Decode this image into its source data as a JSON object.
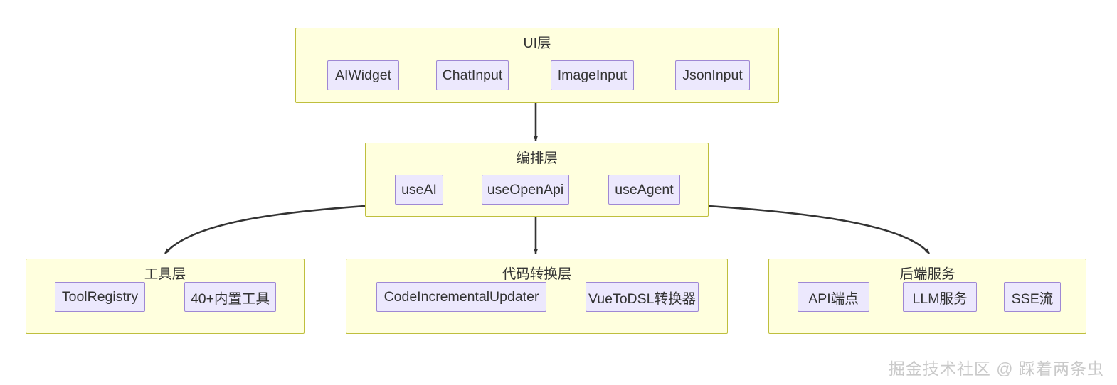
{
  "diagram": {
    "type": "flowchart",
    "background": "#ffffff",
    "colors": {
      "subgraph_fill": "#ffffde",
      "subgraph_stroke": "#bfbf3d",
      "node_fill": "#ece8fd",
      "node_stroke": "#9f88d4",
      "text": "#333333",
      "edge": "#333333",
      "watermark": "#c9c9c9"
    },
    "subgraphs": [
      {
        "id": "ui",
        "title": "UI层",
        "nodes": [
          {
            "label": "AIWidget"
          },
          {
            "label": "ChatInput"
          },
          {
            "label": "ImageInput"
          },
          {
            "label": "JsonInput"
          }
        ]
      },
      {
        "id": "orchestration",
        "title": "编排层",
        "nodes": [
          {
            "label": "useAI"
          },
          {
            "label": "useOpenApi"
          },
          {
            "label": "useAgent"
          }
        ]
      },
      {
        "id": "tools",
        "title": "工具层",
        "nodes": [
          {
            "label": "ToolRegistry"
          },
          {
            "label": "40+内置工具"
          }
        ]
      },
      {
        "id": "codegen",
        "title": "代码转换层",
        "nodes": [
          {
            "label": "CodeIncrementalUpdater"
          },
          {
            "label": "VueToDSL转换器"
          }
        ]
      },
      {
        "id": "backend",
        "title": "后端服务",
        "nodes": [
          {
            "label": "API端点"
          },
          {
            "label": "LLM服务"
          },
          {
            "label": "SSE流"
          }
        ]
      }
    ],
    "edges": [
      {
        "from": "ui",
        "to": "orchestration",
        "style": "arrow-straight-down"
      },
      {
        "from": "orchestration",
        "to": "tools",
        "style": "arrow-curve-left"
      },
      {
        "from": "orchestration",
        "to": "codegen",
        "style": "arrow-straight-down"
      },
      {
        "from": "orchestration",
        "to": "backend",
        "style": "arrow-curve-right"
      }
    ]
  },
  "watermark": {
    "text": "掘金技术社区 @ 踩着两条虫"
  }
}
